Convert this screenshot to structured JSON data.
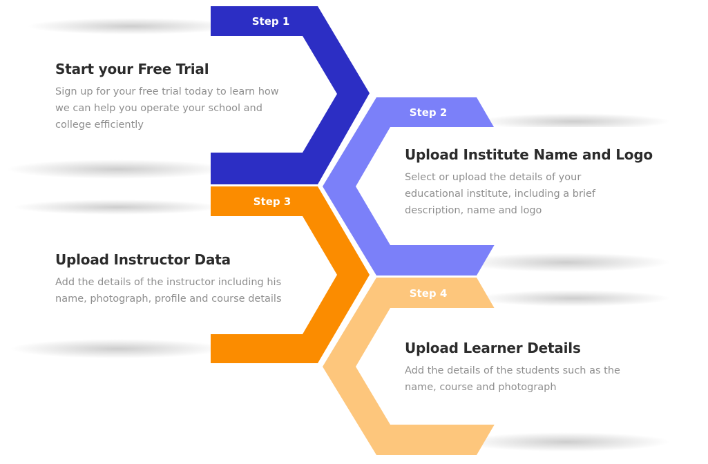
{
  "steps": [
    {
      "label": "Step 1",
      "title": "Start your Free Trial",
      "description": "Sign up for your free trial today to learn how we can help you operate your school and college efficiently",
      "color": "#2c2ec4"
    },
    {
      "label": "Step 2",
      "title": "Upload Institute Name and Logo",
      "description": "Select or upload the details of your educational institute, including a brief description, name and logo",
      "color": "#7b80f9"
    },
    {
      "label": "Step 3",
      "title": "Upload Instructor Data",
      "description": "Add the details of the instructor including his name, photograph, profile and course details",
      "color": "#fb8c00"
    },
    {
      "label": "Step 4",
      "title": "Upload Learner Details",
      "description": "Add the details of the students such as the name, course and photograph",
      "color": "#fdc67c"
    }
  ]
}
